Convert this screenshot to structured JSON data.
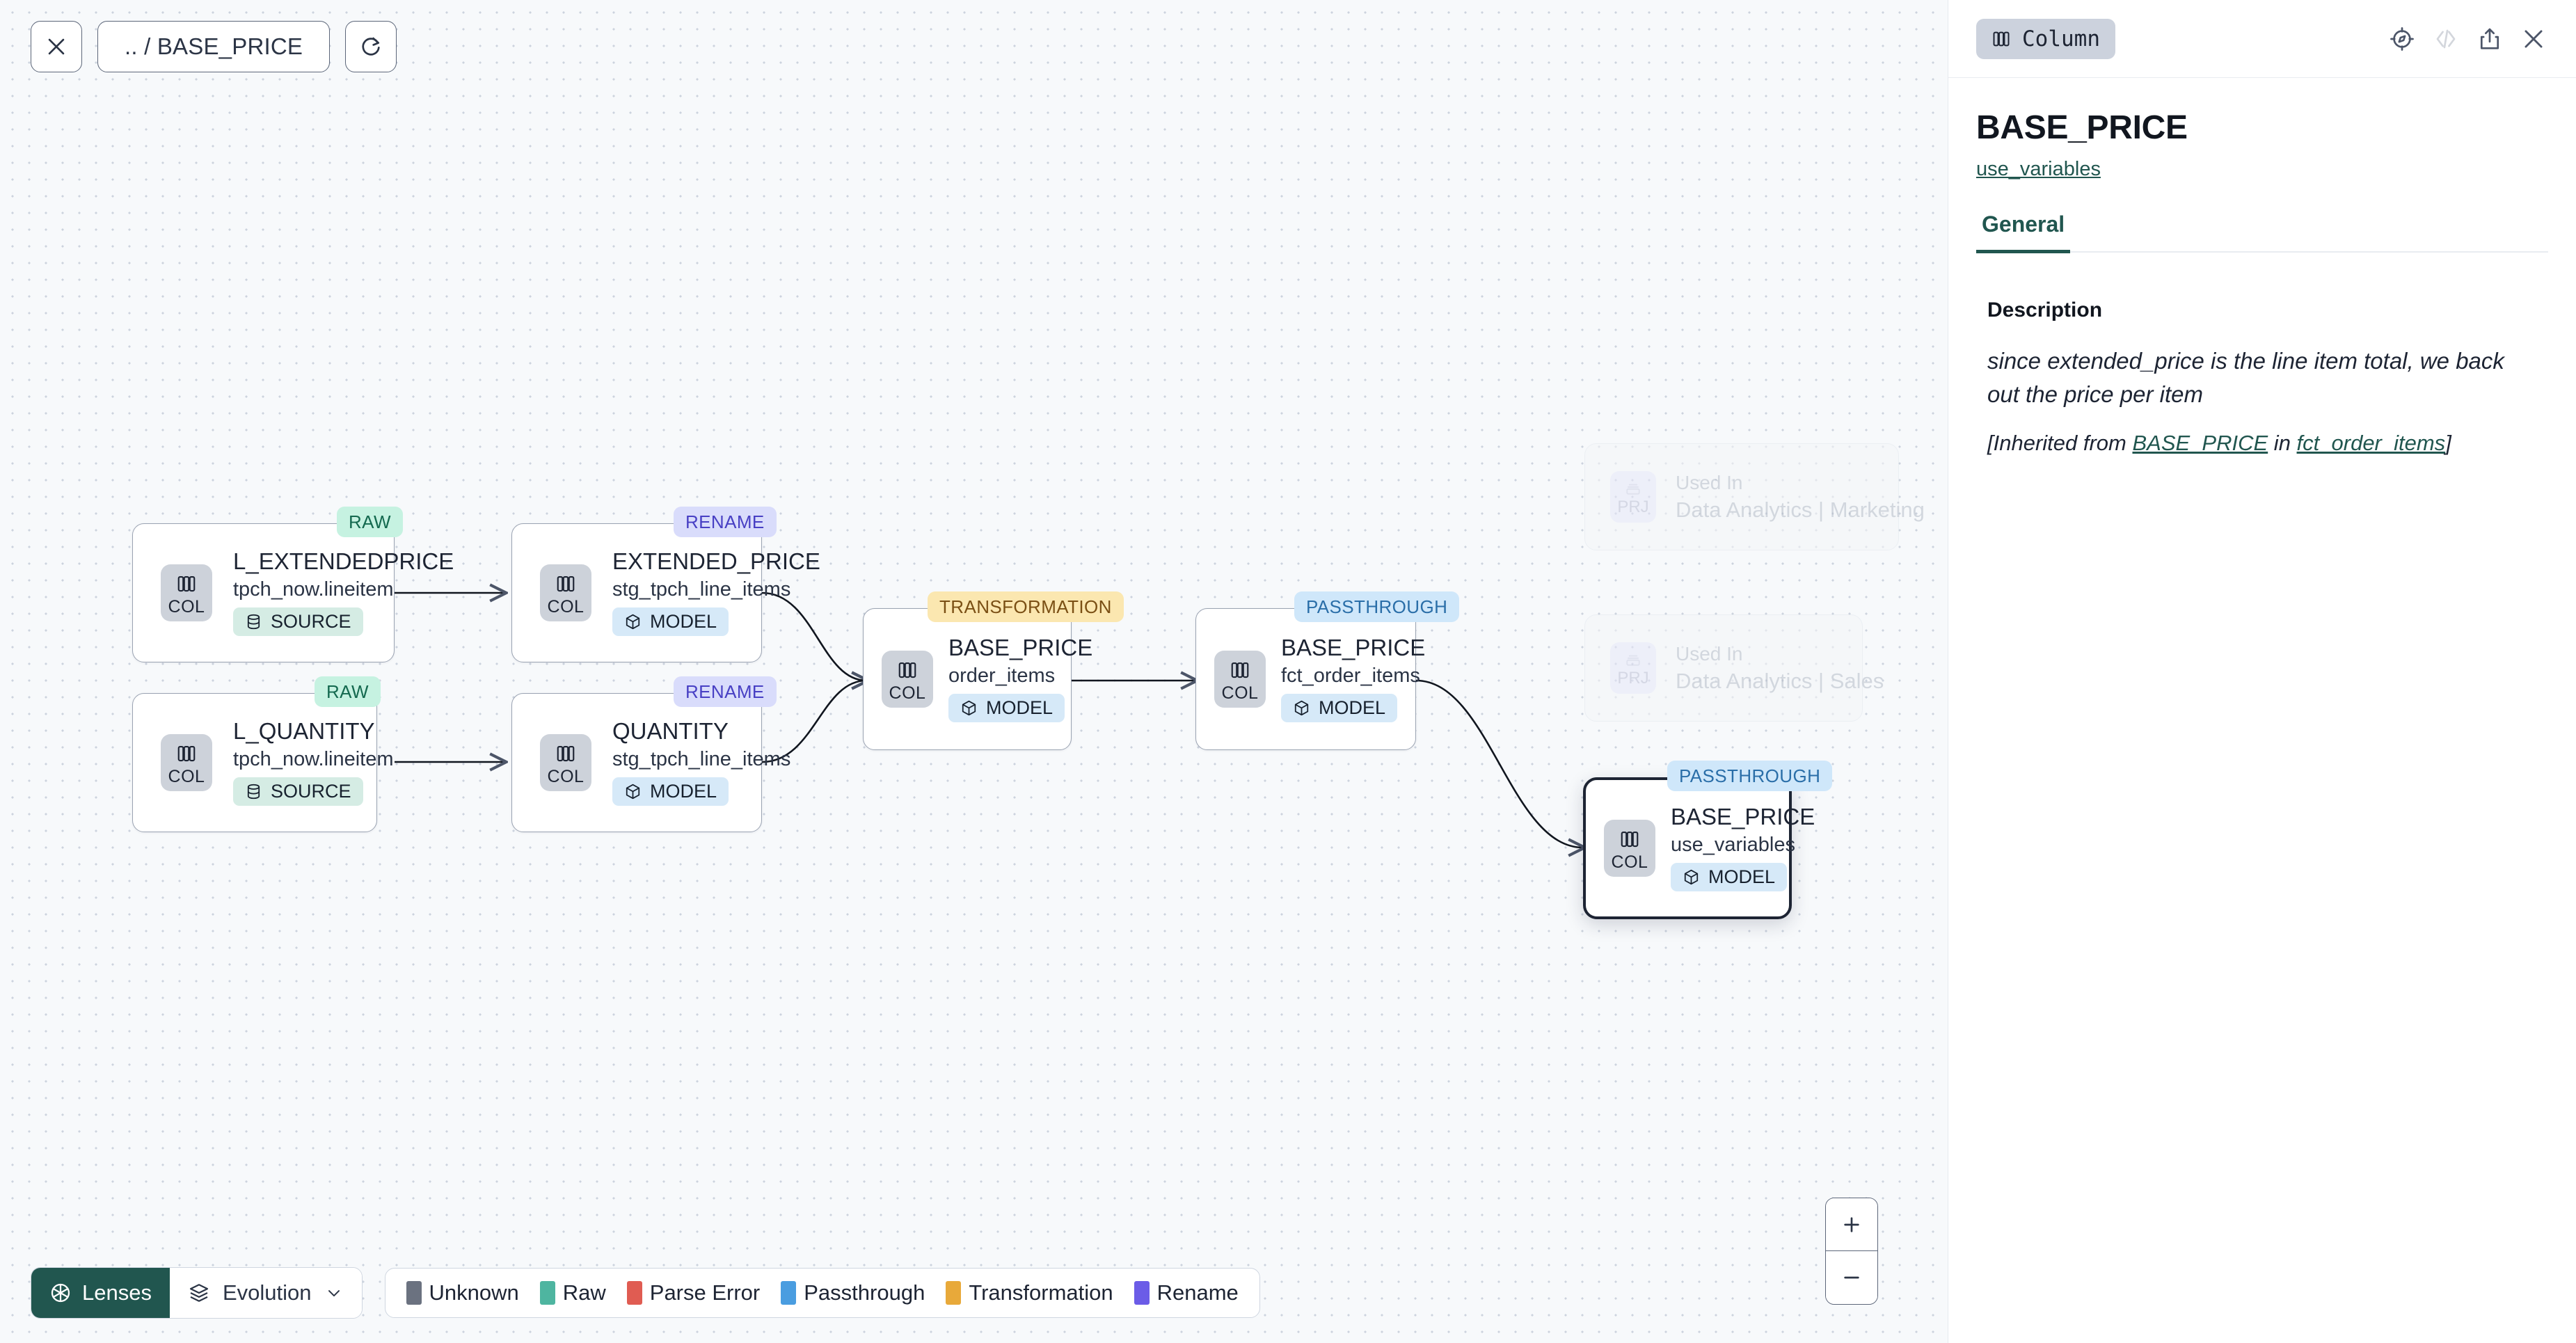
{
  "canvas": {
    "top_controls": {
      "close_icon": "close-icon",
      "breadcrumb_label": ".. / BASE_PRICE",
      "refresh_icon": "refresh-icon"
    },
    "nodes": [
      {
        "id": "l_extendedprice",
        "badge": "RAW",
        "badge_kind": "raw",
        "icon_kind": "COL",
        "title": "L_EXTENDEDPRICE",
        "subtitle": "tpch_now.lineitem",
        "pill": "SOURCE",
        "pill_kind": "source",
        "selected": false
      },
      {
        "id": "l_quantity",
        "badge": "RAW",
        "badge_kind": "raw",
        "icon_kind": "COL",
        "title": "L_QUANTITY",
        "subtitle": "tpch_now.lineitem",
        "pill": "SOURCE",
        "pill_kind": "source",
        "selected": false
      },
      {
        "id": "extended_price",
        "badge": "RENAME",
        "badge_kind": "rename",
        "icon_kind": "COL",
        "title": "EXTENDED_PRICE",
        "subtitle": "stg_tpch_line_items",
        "pill": "MODEL",
        "pill_kind": "model",
        "selected": false
      },
      {
        "id": "quantity",
        "badge": "RENAME",
        "badge_kind": "rename",
        "icon_kind": "COL",
        "title": "QUANTITY",
        "subtitle": "stg_tpch_line_items",
        "pill": "MODEL",
        "pill_kind": "model",
        "selected": false
      },
      {
        "id": "order_items",
        "badge": "TRANSFORMATION",
        "badge_kind": "transformation",
        "icon_kind": "COL",
        "title": "BASE_PRICE",
        "subtitle": "order_items",
        "pill": "MODEL",
        "pill_kind": "model",
        "selected": false
      },
      {
        "id": "fct_order_items",
        "badge": "PASSTHROUGH",
        "badge_kind": "passthrough",
        "icon_kind": "COL",
        "title": "BASE_PRICE",
        "subtitle": "fct_order_items",
        "pill": "MODEL",
        "pill_kind": "model",
        "selected": false
      },
      {
        "id": "use_variables",
        "badge": "PASSTHROUGH",
        "badge_kind": "passthrough",
        "icon_kind": "COL",
        "title": "BASE_PRICE",
        "subtitle": "use_variables",
        "pill": "MODEL",
        "pill_kind": "model",
        "selected": true
      }
    ],
    "ghost_nodes": [
      {
        "id": "used_in_marketing",
        "icon_kind": "PRJ",
        "line1": "Used In",
        "line2": "Data Analytics | Marketing"
      },
      {
        "id": "used_in_sales",
        "icon_kind": "PRJ",
        "line1": "Used In",
        "line2": "Data Analytics | Sales"
      }
    ],
    "bottom_bar": {
      "lenses_label": "Lenses",
      "lenses_icon": "aperture-icon",
      "evolution_label": "Evolution",
      "evolution_icon": "layers-icon",
      "evolution_chevron": "chevron-down-icon",
      "legend": [
        {
          "label": "Unknown",
          "color": "#6b7280"
        },
        {
          "label": "Raw",
          "color": "#4eb5a0"
        },
        {
          "label": "Parse Error",
          "color": "#e05c52"
        },
        {
          "label": "Passthrough",
          "color": "#4a9de0"
        },
        {
          "label": "Transformation",
          "color": "#e8a93a"
        },
        {
          "label": "Rename",
          "color": "#6b5ce7"
        }
      ]
    },
    "zoom_controls": {
      "zoom_in": "plus-icon",
      "zoom_out": "minus-icon"
    }
  },
  "panel": {
    "type_chip": {
      "label": "Column",
      "icon": "column-icon"
    },
    "header_icons": [
      {
        "name": "explore-compass-icon",
        "disabled": false
      },
      {
        "name": "code-icon",
        "disabled": true
      },
      {
        "name": "share-icon",
        "disabled": false
      },
      {
        "name": "close-icon",
        "disabled": false
      }
    ],
    "title": "BASE_PRICE",
    "subtitle_link": "use_variables",
    "tabs": [
      {
        "label": "General",
        "active": true
      }
    ],
    "description": {
      "section_label": "Description",
      "text": "since extended_price is the line item total, we back out the price per item",
      "inherited_prefix": "[Inherited from ",
      "inherited_column": "BASE_PRICE",
      "inherited_middle": " in ",
      "inherited_model": "fct_order_items",
      "inherited_suffix": "]"
    },
    "accent_color": "#21564f"
  }
}
